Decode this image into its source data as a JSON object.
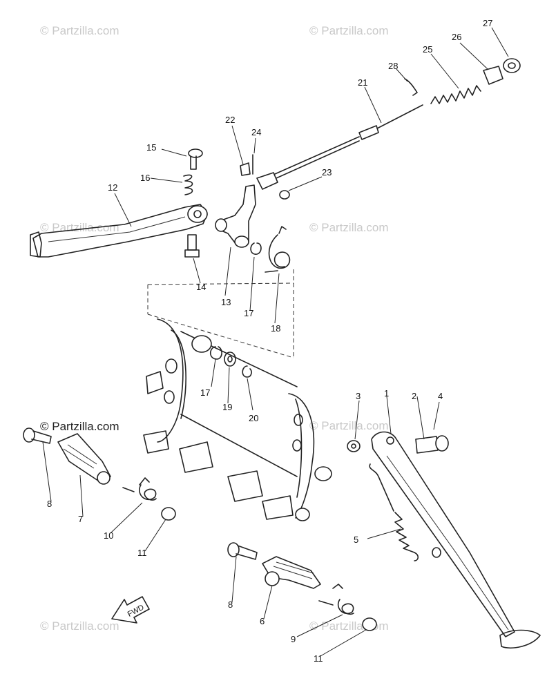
{
  "watermark": "© Partzilla.com",
  "fwd_label": "FWD",
  "callouts": {
    "p1": "1",
    "p2": "2",
    "p3": "3",
    "p4": "4",
    "p5": "5",
    "p6": "6",
    "p7": "7",
    "p8a": "8",
    "p8b": "8",
    "p9": "9",
    "p10": "10",
    "p11a": "11",
    "p11b": "11",
    "p12": "12",
    "p13": "13",
    "p14": "14",
    "p15": "15",
    "p16": "16",
    "p17a": "17",
    "p17b": "17",
    "p18": "18",
    "p19": "19",
    "p20": "20",
    "p21": "21",
    "p22": "22",
    "p23": "23",
    "p24": "24",
    "p25": "25",
    "p26": "26",
    "p27": "27",
    "p28": "28"
  }
}
